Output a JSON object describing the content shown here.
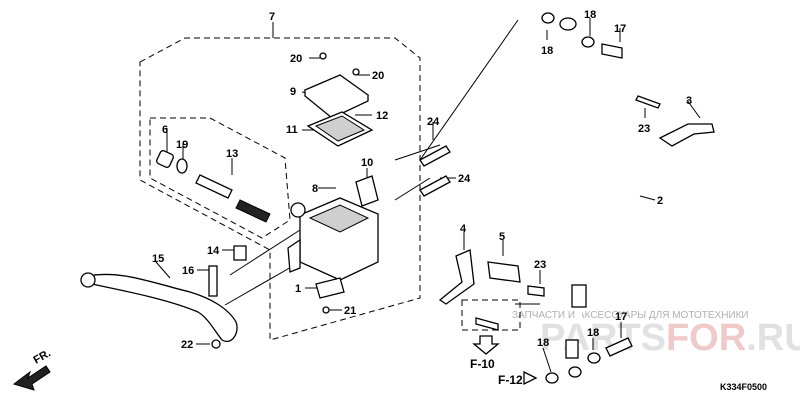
{
  "diagram": {
    "callouts": [
      {
        "id": "c7",
        "text": "7"
      },
      {
        "id": "c20a",
        "text": "20"
      },
      {
        "id": "c20b",
        "text": "20"
      },
      {
        "id": "c9",
        "text": "9"
      },
      {
        "id": "c12",
        "text": "12"
      },
      {
        "id": "c11",
        "text": "11"
      },
      {
        "id": "c6",
        "text": "6"
      },
      {
        "id": "c19",
        "text": "19"
      },
      {
        "id": "c13",
        "text": "13"
      },
      {
        "id": "c10",
        "text": "10"
      },
      {
        "id": "c8",
        "text": "8"
      },
      {
        "id": "c24a",
        "text": "24"
      },
      {
        "id": "c24b",
        "text": "24"
      },
      {
        "id": "c14",
        "text": "14"
      },
      {
        "id": "c15",
        "text": "15"
      },
      {
        "id": "c16",
        "text": "16"
      },
      {
        "id": "c1",
        "text": "1"
      },
      {
        "id": "c21",
        "text": "21"
      },
      {
        "id": "c22",
        "text": "22"
      },
      {
        "id": "c18a",
        "text": "18"
      },
      {
        "id": "c18b",
        "text": "18"
      },
      {
        "id": "c17a",
        "text": "17"
      },
      {
        "id": "c3",
        "text": "3"
      },
      {
        "id": "c23a",
        "text": "23"
      },
      {
        "id": "c2",
        "text": "2"
      },
      {
        "id": "c4",
        "text": "4"
      },
      {
        "id": "c5",
        "text": "5"
      },
      {
        "id": "c23b",
        "text": "23"
      },
      {
        "id": "c17b",
        "text": "17"
      },
      {
        "id": "c18c",
        "text": "18"
      },
      {
        "id": "c18d",
        "text": "18"
      }
    ],
    "references": {
      "f10": "F-10",
      "f12": "F-12",
      "fr": "FR."
    },
    "diagram_code": "K334F0500",
    "watermark": {
      "caption": "ЗАПЧАСТИ И АКСЕССУАРЫ ДЛЯ МОТОТЕХНИКИ",
      "brand_part1": "PARTS",
      "brand_part2": "FOR",
      "brand_part3": ".RU",
      "brand_red": "#e06060"
    }
  }
}
